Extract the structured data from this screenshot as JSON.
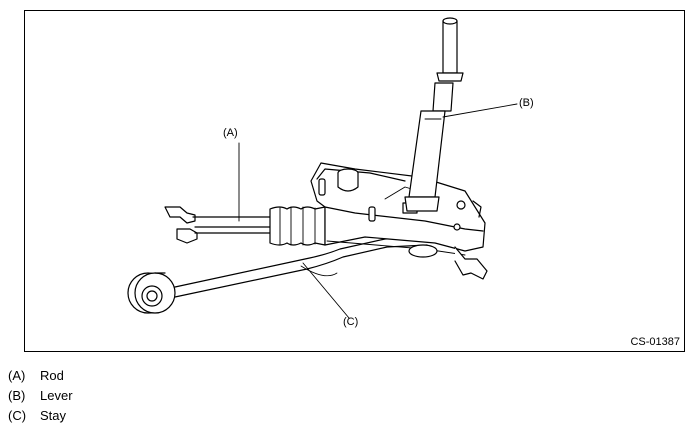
{
  "figure": {
    "figure_id": "CS-01387",
    "callouts": {
      "a": "(A)",
      "b": "(B)",
      "c": "(C)"
    }
  },
  "legend": [
    {
      "key": "(A)",
      "label": "Rod"
    },
    {
      "key": "(B)",
      "label": "Lever"
    },
    {
      "key": "(C)",
      "label": "Stay"
    }
  ]
}
